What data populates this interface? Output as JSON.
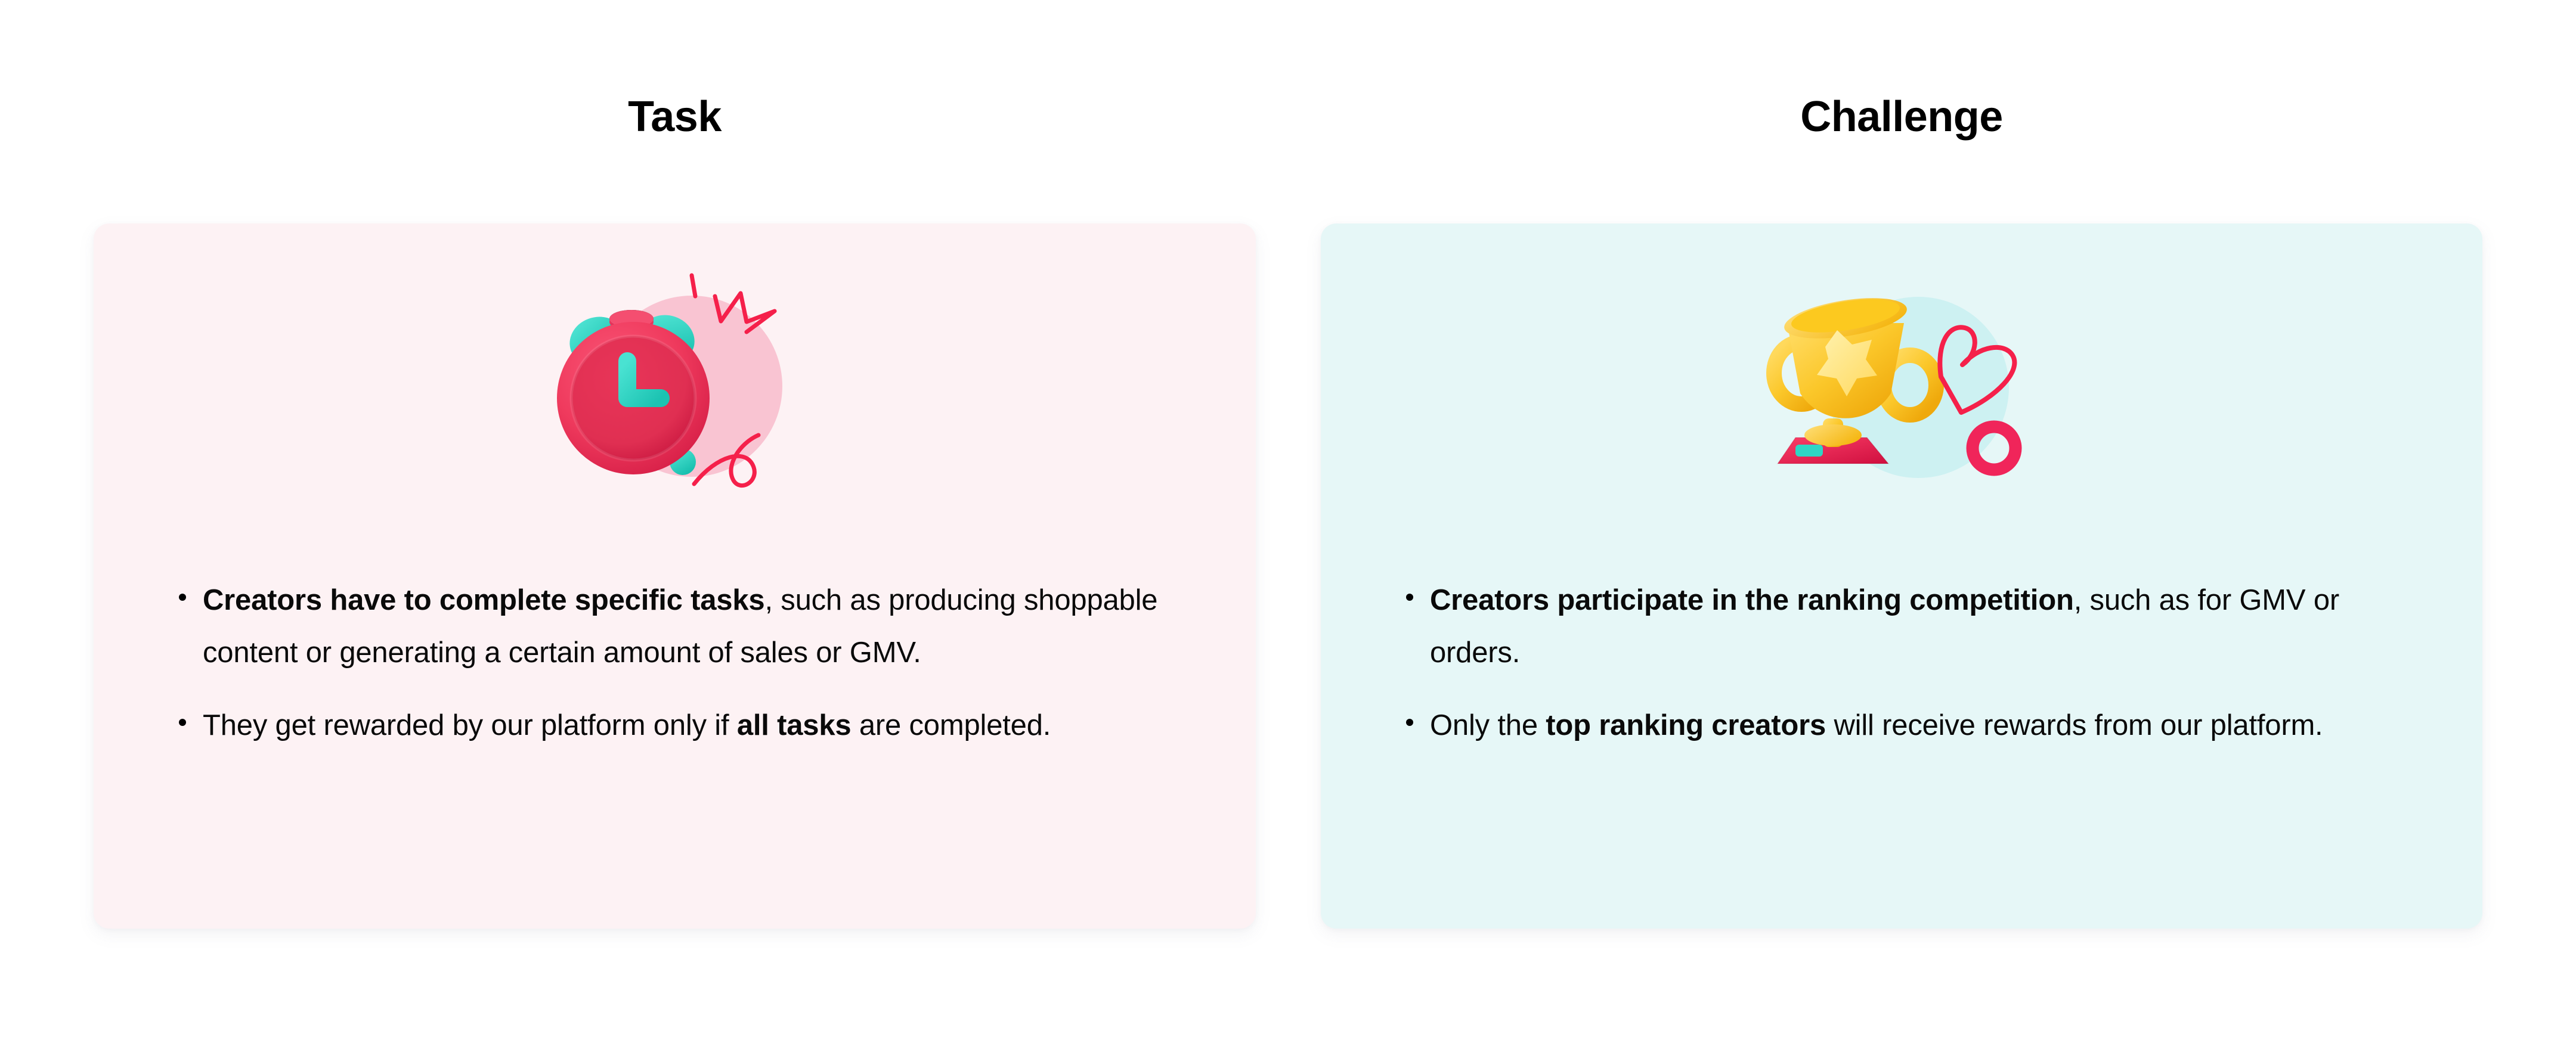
{
  "page": {
    "background_color": "#ffffff"
  },
  "columns": [
    {
      "key": "task",
      "heading": "Task",
      "card_color": "#fdf2f4",
      "illustration": {
        "name": "alarm-clock-illustration",
        "blob_color": "#f9c4d2",
        "body_color": "#ef3a5d",
        "accent_color": "#2fd6c4",
        "doodle_color": "#f5204a"
      },
      "bullets": [
        {
          "lead": "Creators have to complete specific tasks",
          "rest": ", such as producing shoppable content or generating a certain amount of sales or GMV."
        },
        {
          "pre": "They get rewarded by our platform only if ",
          "strong": "all tasks",
          "post": " are completed."
        }
      ]
    },
    {
      "key": "challenge",
      "heading": "Challenge",
      "card_color": "#e6f7f7",
      "illustration": {
        "name": "trophy-illustration",
        "blob_color": "#cdf1f2",
        "body_color": "#fbc72a",
        "accent_color": "#f0255a",
        "doodle_color": "#f5204a"
      },
      "bullets": [
        {
          "lead": "Creators participate in the ranking competition",
          "rest": ", such as for GMV or orders."
        },
        {
          "pre": "Only the ",
          "strong": "top ranking creators",
          "post": " will receive rewards from our platform."
        }
      ]
    }
  ]
}
